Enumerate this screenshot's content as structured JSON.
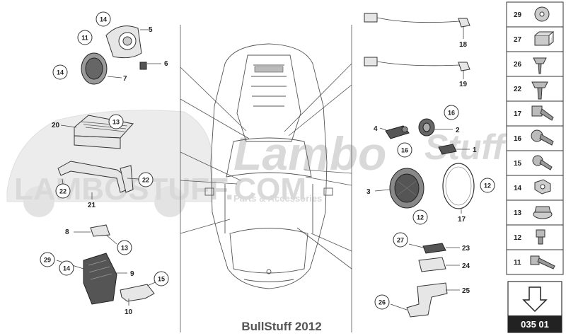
{
  "watermark": {
    "brand": "Lambo",
    "script": "Stuff",
    "site": "LAMBOSTUFF.COM",
    "tagline": "Parts & Accessories"
  },
  "footer": "BullStuff 2012",
  "page_ref": {
    "code": "035 01",
    "icon": "arrow-down-icon"
  },
  "legend": [
    "29",
    "27",
    "26",
    "22",
    "17",
    "16",
    "15",
    "14",
    "13",
    "12",
    "11"
  ],
  "callouts": {
    "c1": "14",
    "c2": "11",
    "c3": "14",
    "c4": "13",
    "c5": "22",
    "c6": "22",
    "c7": "13",
    "c8": "29",
    "c9": "14",
    "c10": "15",
    "c11": "16",
    "c12": "16",
    "c13": "12",
    "c14": "12",
    "c15": "27",
    "c16": "26"
  },
  "labels": {
    "l1": "5",
    "l2": "6",
    "l3": "7",
    "l4": "20",
    "l5": "21",
    "l6": "8",
    "l7": "9",
    "l8": "10",
    "l9": "18",
    "l10": "19",
    "l11": "4",
    "l12": "2",
    "l13": "1",
    "l14": "3",
    "l15": "17",
    "l16": "23",
    "l17": "24",
    "l18": "25"
  }
}
